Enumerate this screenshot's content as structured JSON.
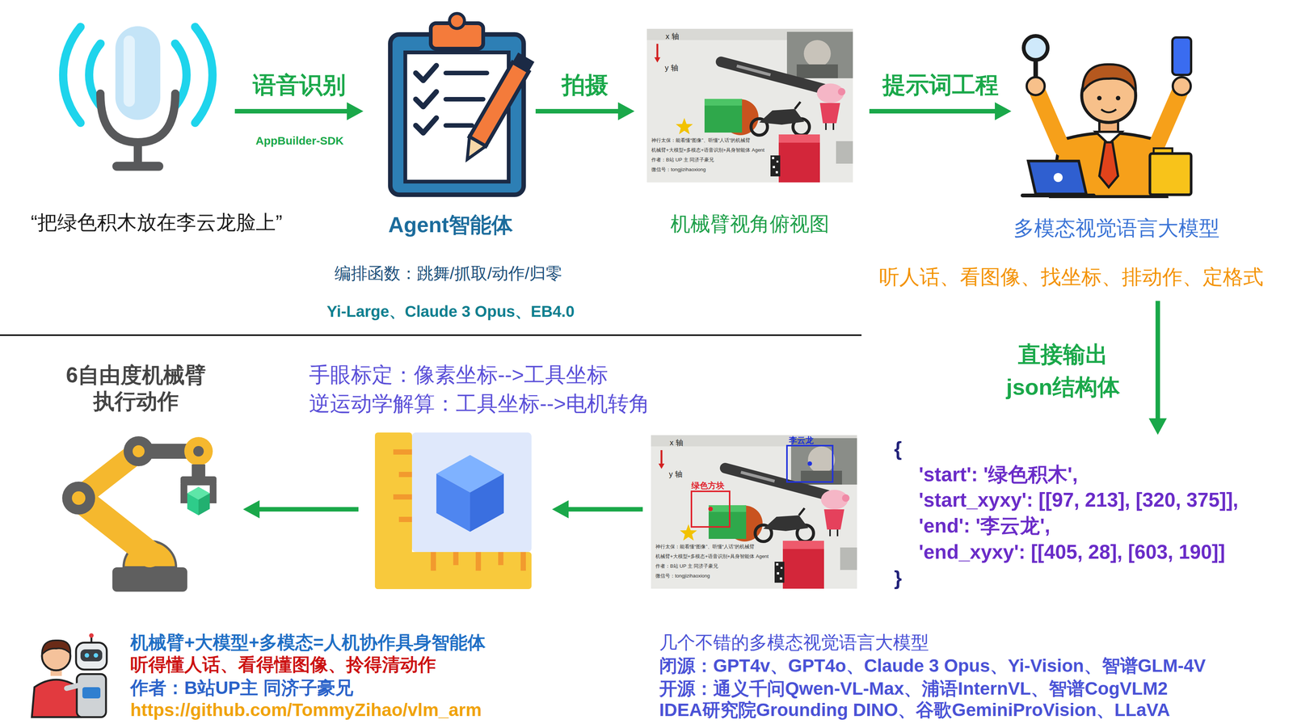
{
  "diagram": {
    "nodes": [
      {
        "text": [
          "“把绿色积木放在李云龙脸上”"
        ]
      },
      {
        "text": [
          "Agent智能体",
          "编排函数：跳舞/抓取/动作/归零",
          "Yi-Large、Claude 3 Opus、EB4.0"
        ]
      },
      {
        "text": [
          "机械臂视角俯视图"
        ]
      },
      {
        "text": [
          "多模态视觉语言大模型",
          "听人话、看图像、找坐标、排动作、定格式"
        ]
      },
      {
        "text": [
          "{",
          "'start': '绿色积木',",
          "'start_xyxy': [[97, 213], [320, 375]],",
          "'end': '李云龙',",
          "'end_xyxy': [[405, 28], [603, 190]]",
          "}"
        ]
      },
      {
        "text": [
          "李云龙",
          "绿色方块"
        ]
      },
      {
        "text": [
          "手眼标定：像素坐标-->工具坐标",
          "逆运动学解算：工具坐标-->电机转角"
        ]
      },
      {
        "text": [
          "6自由度机械臂 执行动作"
        ]
      }
    ],
    "edges": [
      {
        "from": 0,
        "to": 1,
        "label": "语音识别",
        "arrow": "to"
      },
      {
        "from": 1,
        "to": 2,
        "label": "拍摄",
        "arrow": "to"
      },
      {
        "from": 2,
        "to": 3,
        "label": "提示词工程",
        "arrow": "to"
      },
      {
        "from": 3,
        "to": 4,
        "label": "直接输出 json结构体",
        "arrow": "to"
      },
      {
        "from": 5,
        "to": 6,
        "arrow": "to"
      },
      {
        "from": 6,
        "to": 7,
        "arrow": "to"
      }
    ],
    "labels": [
      "AppBuilder-SDK",
      "x 轴",
      "y 轴",
      "神行太保：能看懂“图像”、听懂“人话”的机械臂",
      "机械臂+大模型+多模态+语音识别+具身智能体 Agent",
      "作者：B站 UP 主 同济子豪兄",
      "微信号：tongjizihaoxiong",
      "x 轴",
      "y 轴",
      "神行太保：能看懂“图像”、听懂“人话”的机械臂",
      "机械臂+大模型+多模态+语音识别+具身智能体 Agent",
      "作者：B站 UP 主 同济子豪兄",
      "微信号：tongjizihaoxiong",
      "机械臂+大模型+多模态=人机协作具身智能体",
      "听得懂人话、看得懂图像、拎得清动作",
      "作者：B站UP主 同济子豪兄",
      "https://github.com/TommyZihao/vlm_arm",
      "几个不错的多模态视觉语言大模型",
      "闭源：GPT4v、GPT4o、Claude 3 Opus、Yi-Vision、智谱GLM-4V",
      "开源：通义千问Qwen-VL-Max、浦语InternVL、智谱CogVLM2",
      "IDEA研究院Grounding DINO、谷歌GeminiProVision、LLaVA"
    ]
  }
}
